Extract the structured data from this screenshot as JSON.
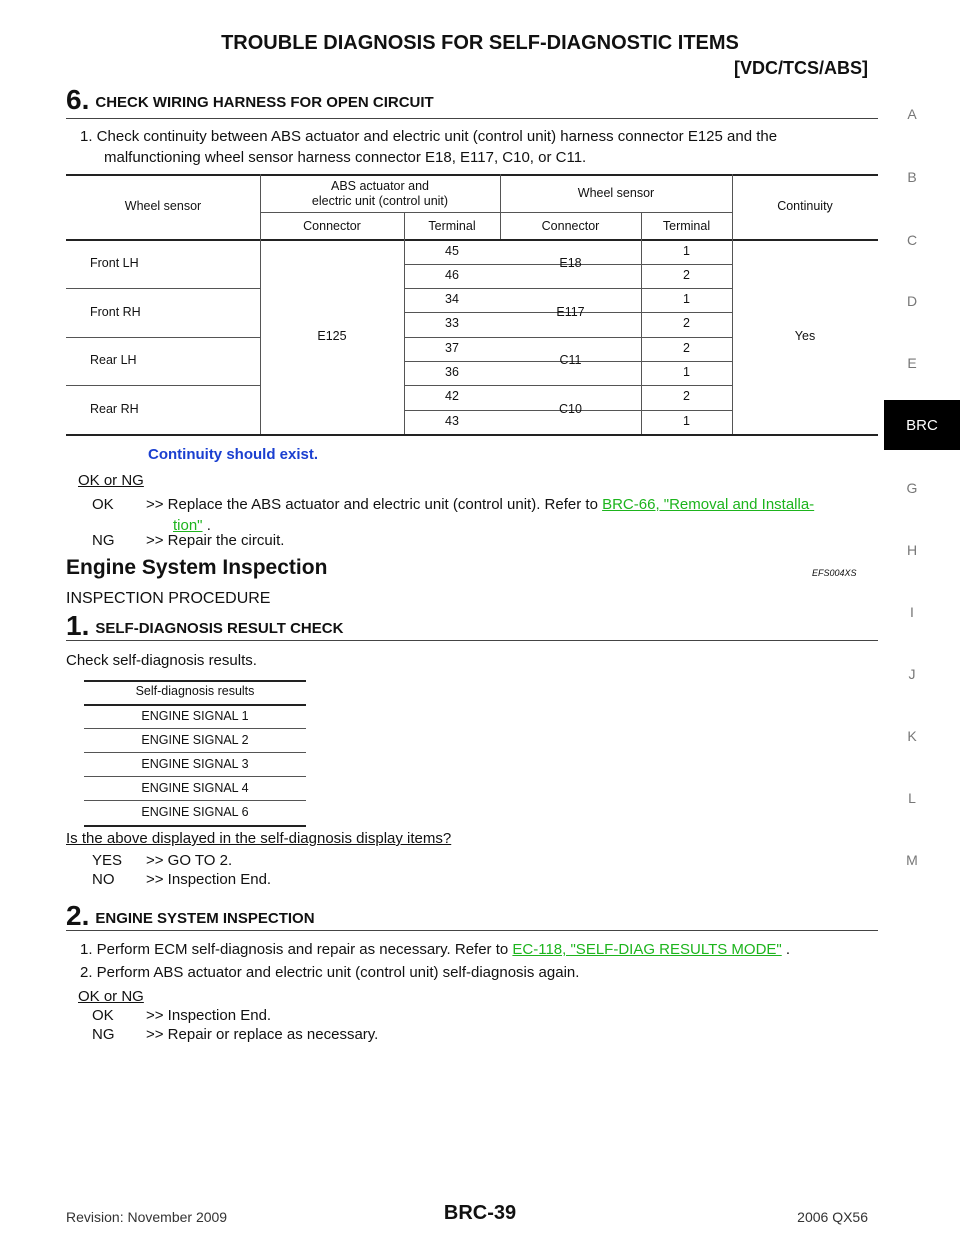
{
  "header": {
    "title": "TROUBLE DIAGNOSIS FOR SELF-DIAGNOSTIC ITEMS",
    "subtitle": "[VDC/TCS/ABS]"
  },
  "side_index": {
    "letters": [
      "A",
      "B",
      "C",
      "D",
      "E",
      "G",
      "H",
      "I",
      "J",
      "K",
      "L",
      "M"
    ],
    "active": "BRC"
  },
  "step6": {
    "number": "6.",
    "heading": "CHECK WIRING HARNESS FOR OPEN CIRCUIT",
    "instruction_1": "1.  Check continuity between ABS actuator and electric unit (control unit) harness connector E125 and the",
    "instruction_2": "malfunctioning wheel sensor harness connector E18, E117, C10, or C11.",
    "table": {
      "col_wheel_sensor": "Wheel sensor",
      "col_abs_1": "ABS actuator and",
      "col_abs_2": "electric unit (control unit)",
      "col_wheel_sensor_2": "Wheel sensor",
      "col_continuity": "Continuity",
      "sub_connector": "Connector",
      "sub_terminal": "Terminal",
      "abs_connector": "E125",
      "continuity": "Yes",
      "groups": [
        {
          "name": "Front LH",
          "connector": "E18",
          "terminals": [
            "45",
            "46"
          ],
          "ws_terminals": [
            "1",
            "2"
          ]
        },
        {
          "name": "Front RH",
          "connector": "E117",
          "terminals": [
            "34",
            "33"
          ],
          "ws_terminals": [
            "1",
            "2"
          ]
        },
        {
          "name": "Rear LH",
          "connector": "C11",
          "terminals": [
            "37",
            "36"
          ],
          "ws_terminals": [
            "2",
            "1"
          ]
        },
        {
          "name": "Rear RH",
          "connector": "C10",
          "terminals": [
            "42",
            "43"
          ],
          "ws_terminals": [
            "2",
            "1"
          ]
        }
      ]
    },
    "note": "Continuity should exist.",
    "ok_ng": "OK or NG",
    "ok_label": "OK",
    "ok_text": ">> Replace the ABS actuator and electric unit (control unit). Refer to",
    "ok_link_1": "BRC-66, \"Removal and Installa-",
    "ok_link_2": "tion\"",
    "ok_end": ".",
    "ng_label": "NG",
    "ng_text": ">> Repair the circuit."
  },
  "engine": {
    "title": "Engine System Inspection",
    "code": "EFS004XS",
    "procedure": "INSPECTION PROCEDURE",
    "step1": {
      "number": "1.",
      "heading": "SELF-DIAGNOSIS RESULT CHECK",
      "text": "Check self-diagnosis results.",
      "table_header": "Self-diagnosis results",
      "rows": [
        "ENGINE SIGNAL 1",
        "ENGINE SIGNAL 2",
        "ENGINE SIGNAL 3",
        "ENGINE SIGNAL 4",
        "ENGINE SIGNAL 6"
      ],
      "question": "Is the above displayed in the self-diagnosis display items?",
      "yes_label": "YES",
      "yes_text": ">> GO TO 2.",
      "no_label": "NO",
      "no_text": ">> Inspection End."
    },
    "step2": {
      "number": "2.",
      "heading": "ENGINE SYSTEM INSPECTION",
      "item1_text": "1.  Perform ECM self-diagnosis and repair as necessary. Refer to",
      "item1_link": "EC-118, \"SELF-DIAG RESULTS MODE\"",
      "item1_end": ".",
      "item2_text": "2.  Perform ABS actuator and electric unit (control unit) self-diagnosis again.",
      "ok_ng": "OK or NG",
      "ok_label": "OK",
      "ok_text": ">> Inspection End.",
      "ng_label": "NG",
      "ng_text": ">> Repair or replace as necessary."
    }
  },
  "footer": {
    "revision": "Revision: November 2009",
    "page": "BRC-39",
    "model": "2006 QX56"
  }
}
